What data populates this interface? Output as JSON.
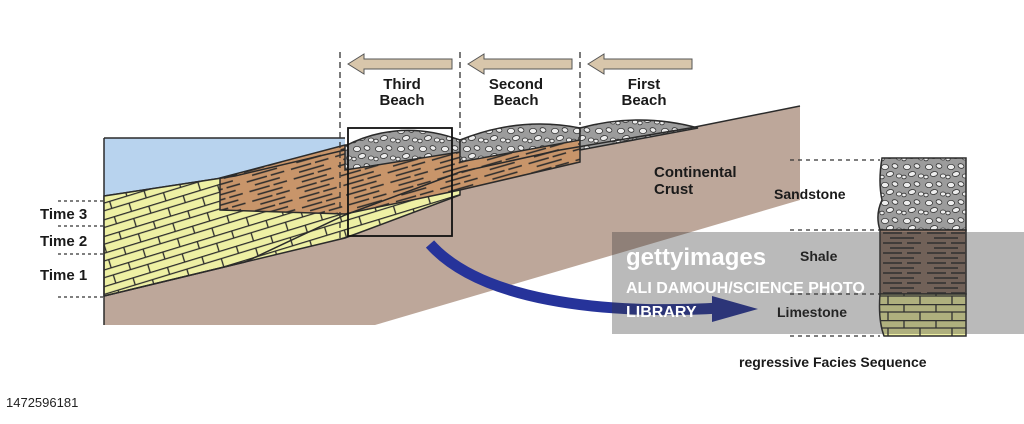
{
  "diagram": {
    "time_labels": [
      "Time 3",
      "Time 2",
      "Time 1"
    ],
    "beach_labels": [
      {
        "line1": "Third",
        "line2": "Beach"
      },
      {
        "line1": "Second",
        "line2": "Beach"
      },
      {
        "line1": "First",
        "line2": "Beach"
      }
    ],
    "crust_label": {
      "line1": "Continental",
      "line2": "Crust"
    },
    "column_labels": {
      "sandstone": "Sandstone",
      "shale": "Shale",
      "limestone": "Limestone"
    },
    "column_caption": "regressive Facies Sequence"
  },
  "watermark": {
    "logo_text": "gettyimages",
    "credit_line1": "ALI DAMOUH/SCIENCE PHOTO",
    "credit_line2": "LIBRARY"
  },
  "image_id": "1472596181",
  "colors": {
    "sea": "#b8d3ee",
    "limestone": "#eef0a4",
    "shale": "#c8956a",
    "sandstone": "#9c9c9c",
    "crust": "#bda79a",
    "arrow_blue": "#26339a",
    "direction_arrow": "#d8c6ab"
  }
}
